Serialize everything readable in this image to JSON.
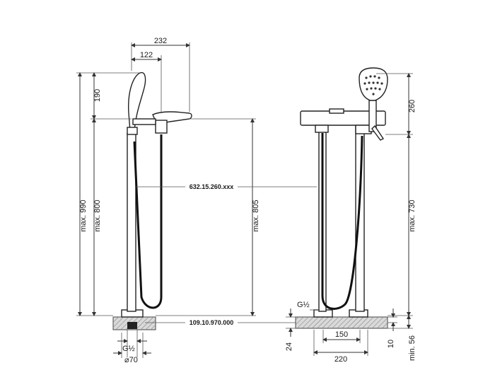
{
  "side_view": {
    "dim_top_overall": "232",
    "dim_top_inner": "122",
    "dim_handshower": "190",
    "dim_max_990": "max. 990",
    "dim_max_800": "max. 800",
    "dim_max_805": "max. 805",
    "dim_thread": "G½",
    "dim_diameter": "⌀70",
    "code_body": "632.15.260.xxx",
    "code_base": "109.10.970.000"
  },
  "front_view": {
    "dim_260": "260",
    "dim_max_730": "max. 730",
    "dim_thread": "G½",
    "dim_24": "24",
    "dim_150": "150",
    "dim_220": "220",
    "dim_10": "10",
    "dim_min_56": "min. 56"
  },
  "colors": {
    "line": "#222222",
    "floor": "#d9d9d9"
  }
}
